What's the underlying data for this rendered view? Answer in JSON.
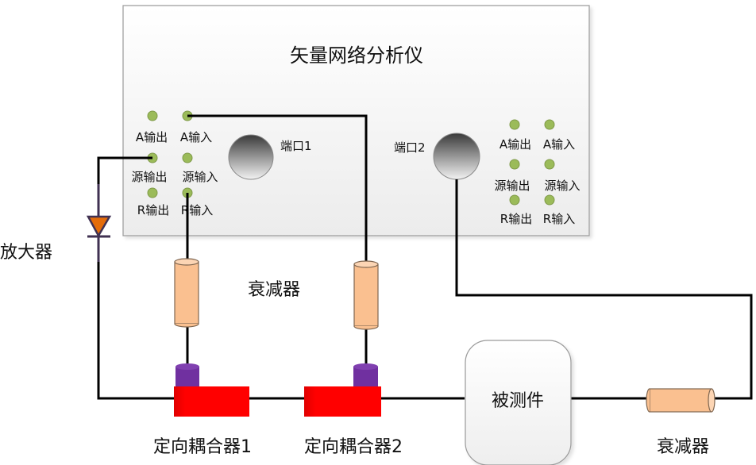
{
  "analyzer": {
    "title": "矢量网络分析仪",
    "port1_label": "端口1",
    "port2_label": "端口2",
    "left_panel": {
      "a_out": "A输出",
      "a_in": "A输入",
      "src_out": "源输出",
      "src_in": "源输入",
      "r_out": "R输出",
      "r_in": "R输入"
    },
    "right_panel": {
      "a_out": "A输出",
      "a_in": "A输入",
      "src_out": "源输出",
      "src_in": "源输入",
      "r_out": "R输出",
      "r_in": "R输入"
    }
  },
  "amplifier": {
    "label": "放大器"
  },
  "attenuator_center": {
    "label": "衰减器"
  },
  "coupler1": {
    "label": "定向耦合器1"
  },
  "coupler2": {
    "label": "定向耦合器2"
  },
  "dut": {
    "label": "被测件"
  },
  "attenuator_right": {
    "label": "衰减器"
  },
  "colors": {
    "wire": "#000000",
    "jack": "#9bbb59",
    "attenuator_fill": "#fac090",
    "coupler_fill": "#ff0000",
    "coupler_cap": "#7030a0",
    "amp_triangle": "#e46c0a",
    "amp_wire": "#403152"
  }
}
